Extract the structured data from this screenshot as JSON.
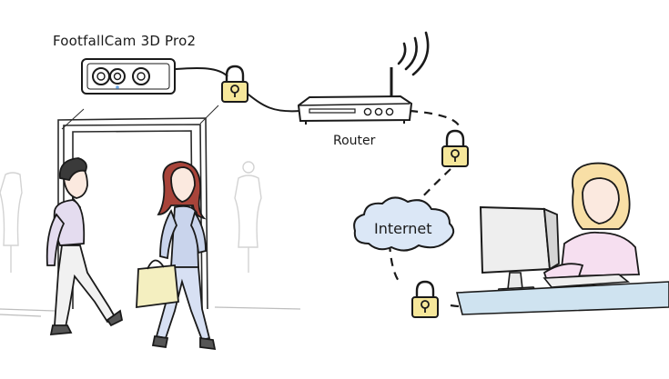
{
  "labels": {
    "camera": "FootfallCam 3D Pro2",
    "router": "Router",
    "internet": "Internet"
  },
  "icons": [
    "padlock-icon",
    "wifi-signal-icon",
    "router-icon",
    "camera-icon",
    "cloud-icon",
    "monitor-icon",
    "keyboard-icon"
  ],
  "colors": {
    "lock_yellow": "#f6e79a",
    "cloud_blue": "#dbe7f6",
    "shirt_lavender": "#e4dcef",
    "dress_blue": "#c9d4ec",
    "bag_yellow": "#f4efc0",
    "blouse_pink": "#f6dff0",
    "desk_blue": "#cfe3f0",
    "hair_blonde": "#f8dfa6",
    "hair_red": "#a8443a",
    "line": "#1a1a1a"
  }
}
